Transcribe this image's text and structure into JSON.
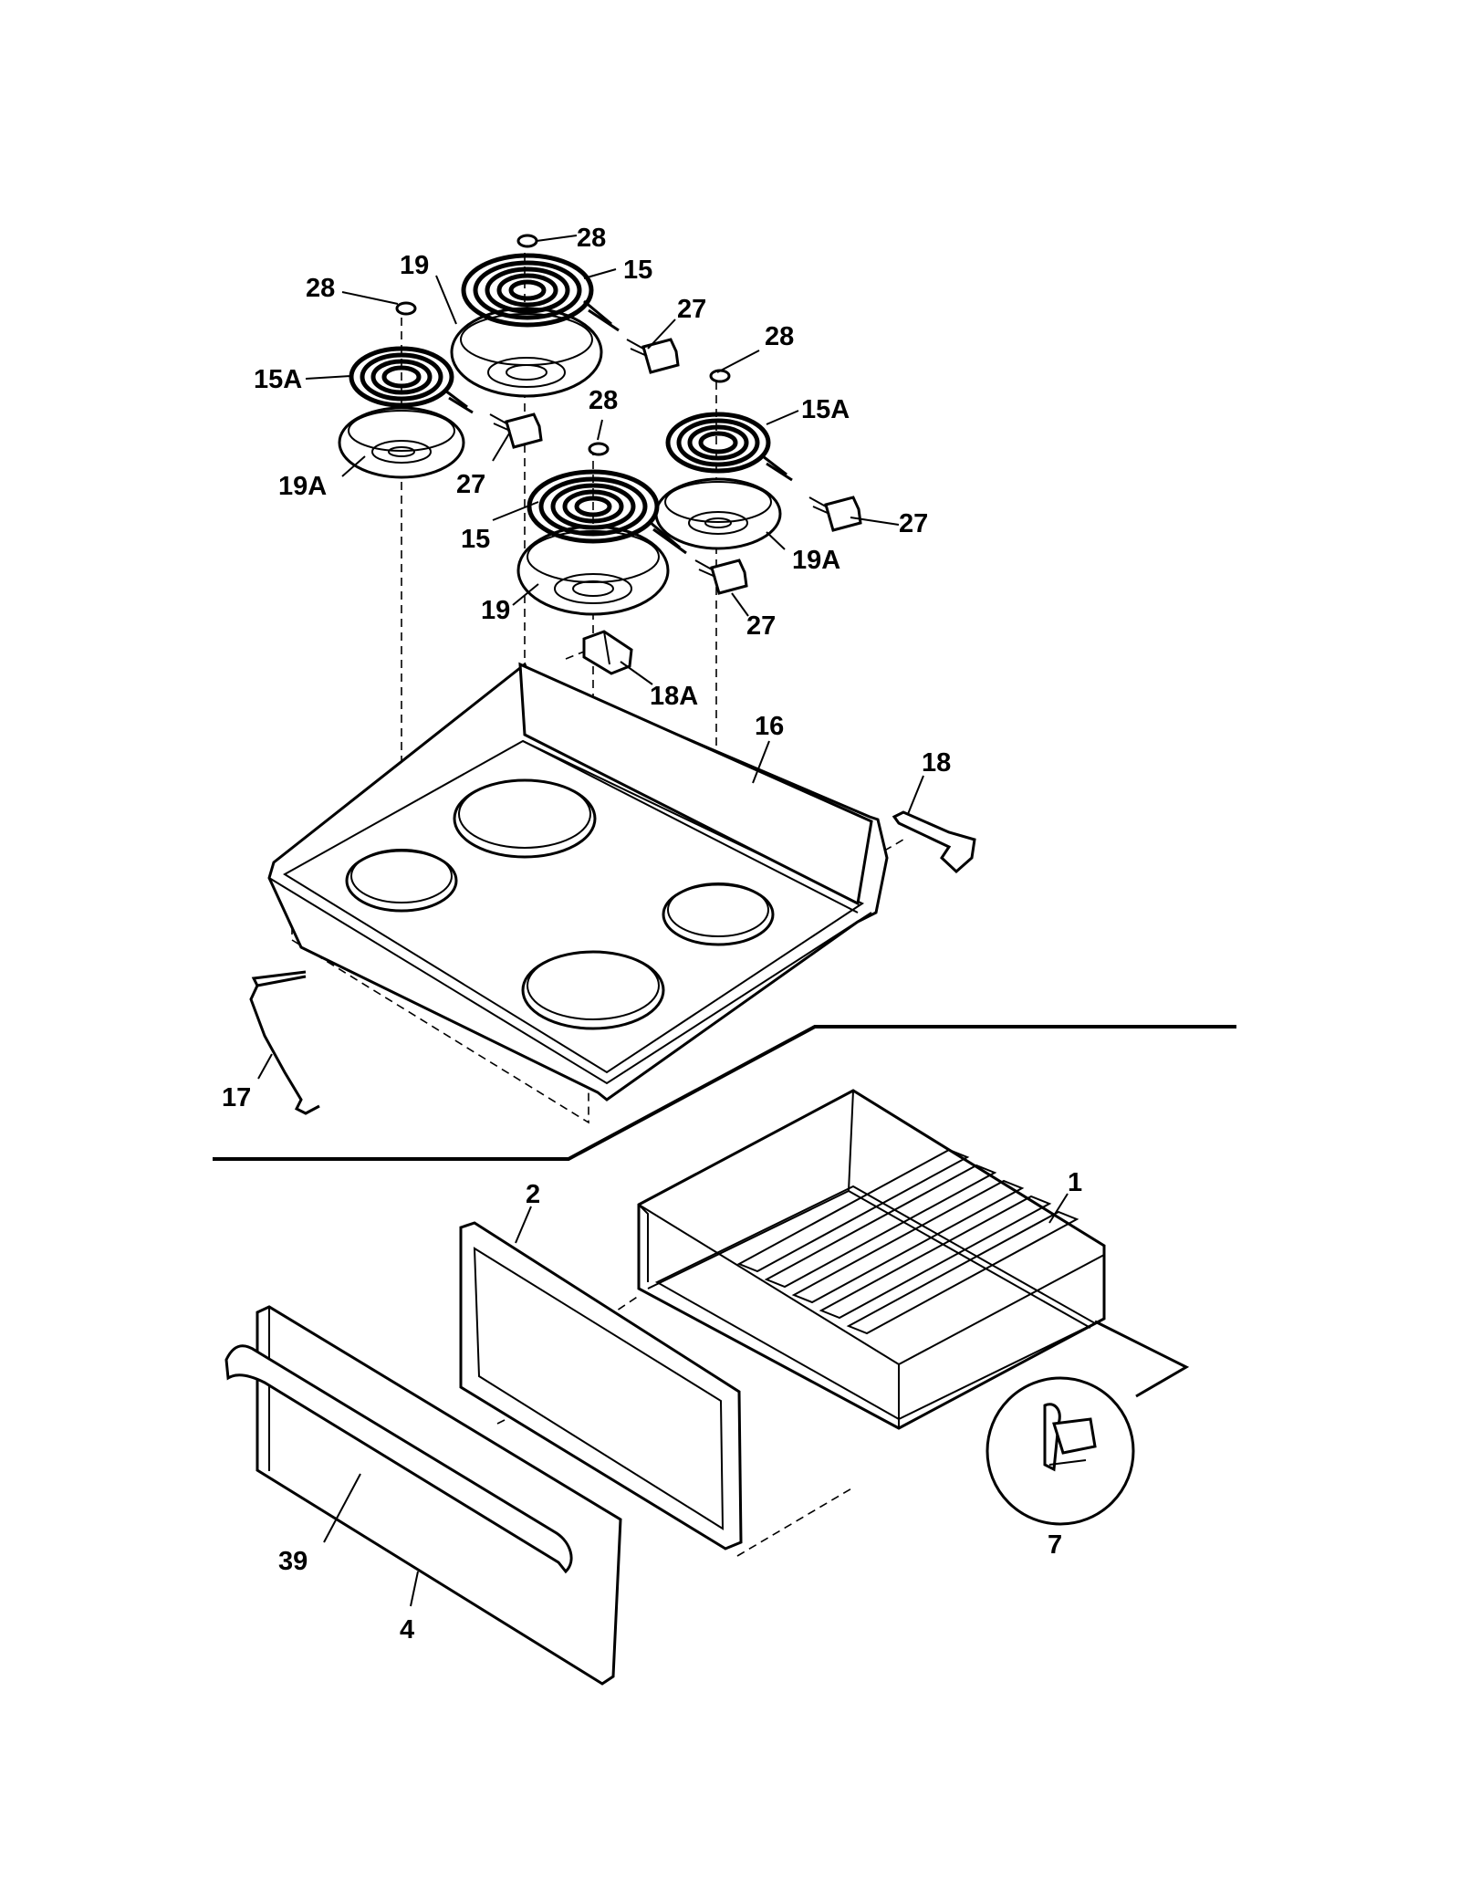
{
  "diagram": {
    "callouts": [
      {
        "id": "c28a",
        "text": "28"
      },
      {
        "id": "c19a",
        "text": "19"
      },
      {
        "id": "c15a",
        "text": "15"
      },
      {
        "id": "c28b",
        "text": "28"
      },
      {
        "id": "c27a",
        "text": "27"
      },
      {
        "id": "c28c",
        "text": "28"
      },
      {
        "id": "c15Aa",
        "text": "15A"
      },
      {
        "id": "c28d",
        "text": "28"
      },
      {
        "id": "c15Ab",
        "text": "15A"
      },
      {
        "id": "c19Aa",
        "text": "19A"
      },
      {
        "id": "c27b",
        "text": "27"
      },
      {
        "id": "c27c",
        "text": "27"
      },
      {
        "id": "c15b",
        "text": "15"
      },
      {
        "id": "c19Ab",
        "text": "19A"
      },
      {
        "id": "c19b",
        "text": "19"
      },
      {
        "id": "c27d",
        "text": "27"
      },
      {
        "id": "c18A",
        "text": "18A"
      },
      {
        "id": "c16",
        "text": "16"
      },
      {
        "id": "c18",
        "text": "18"
      },
      {
        "id": "c17",
        "text": "17"
      },
      {
        "id": "c2",
        "text": "2"
      },
      {
        "id": "c1",
        "text": "1"
      },
      {
        "id": "c7",
        "text": "7"
      },
      {
        "id": "c39",
        "text": "39"
      },
      {
        "id": "c4",
        "text": "4"
      }
    ]
  }
}
